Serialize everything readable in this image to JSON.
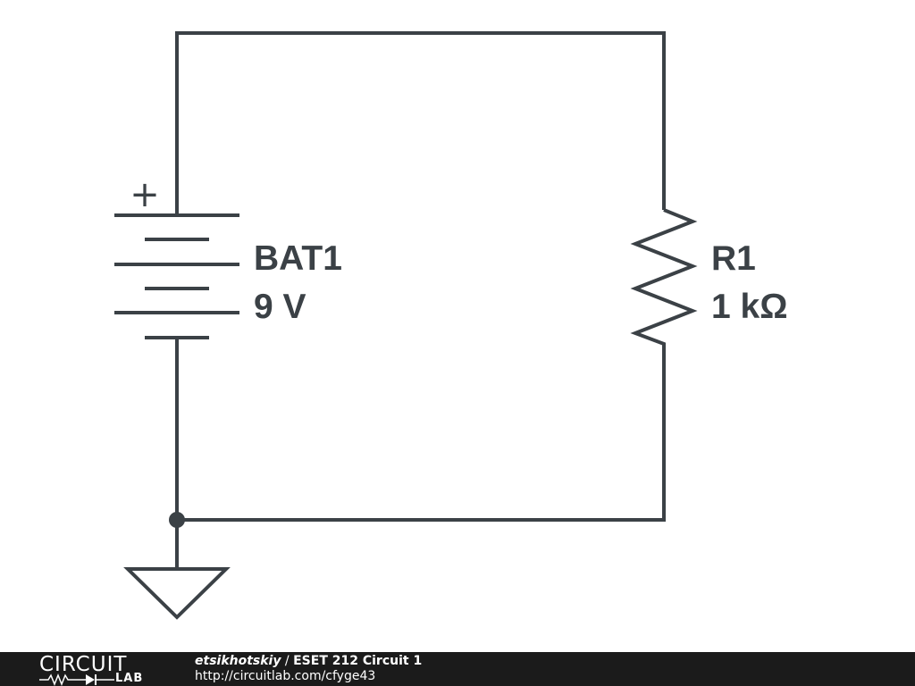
{
  "schematic": {
    "battery": {
      "ref": "BAT1",
      "value": "9 V",
      "plus_symbol": "+"
    },
    "resistor": {
      "ref": "R1",
      "value": "1 kΩ"
    },
    "wire_color": "#3b4146"
  },
  "footer": {
    "logo_top": "CIRCUIT",
    "logo_bottom": "LAB",
    "author": "etsikhotskiy",
    "separator": " / ",
    "title": "ESET 212 Circuit 1",
    "url": "http://circuitlab.com/cfyge43",
    "background": "#1b1b1b"
  }
}
